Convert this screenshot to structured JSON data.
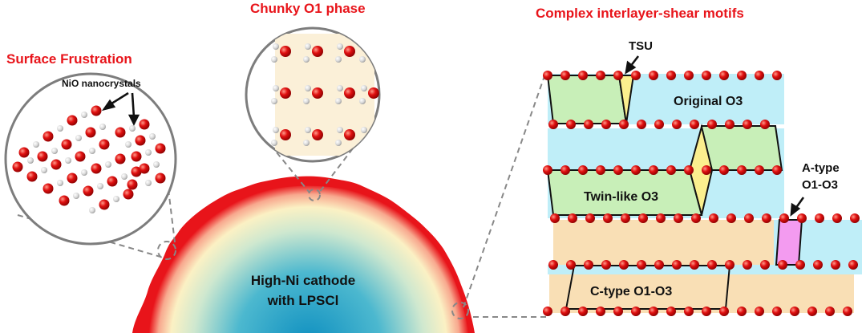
{
  "titles": {
    "surface": "Surface Frustration",
    "o1": "Chunky O1 phase",
    "motifs": "Complex interlayer-shear motifs"
  },
  "labels": {
    "nio": "NiO nanocrystals",
    "cathode_line1": "High-Ni cathode",
    "cathode_line2": "with LPSCl",
    "tsu": "TSU",
    "original_o3": "Original O3",
    "twin_like_o3": "Twin-like O3",
    "a_type_line1": "A-type",
    "a_type_line2": "O1-O3",
    "c_type": "C-type O1-O3"
  },
  "colors": {
    "title_red": "#e8141a",
    "atom_red": "#d40000",
    "atom_white": "#d8d8d8",
    "band_cyan": "#bfeef8",
    "band_orange": "#f9dfb5",
    "parallelogram_green": "#c8efb8",
    "tsu_yellow": "#fbef8e",
    "a_type_pink": "#f39bf0",
    "cathode_blue": "#1aa3c6",
    "cathode_cream": "#fbf1c4",
    "cathode_rim_red": "#e8141a",
    "circle_border": "#888888"
  }
}
